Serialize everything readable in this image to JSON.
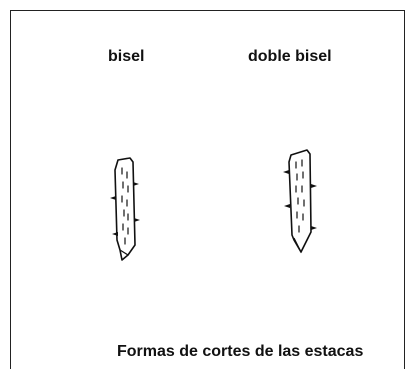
{
  "labels": {
    "left": "bisel",
    "right": "doble bisel"
  },
  "caption": "Formas de cortes de las estacas",
  "stakes": [
    {
      "icon": "bevel-cut-stake-icon"
    },
    {
      "icon": "double-bevel-cut-stake-icon"
    }
  ]
}
